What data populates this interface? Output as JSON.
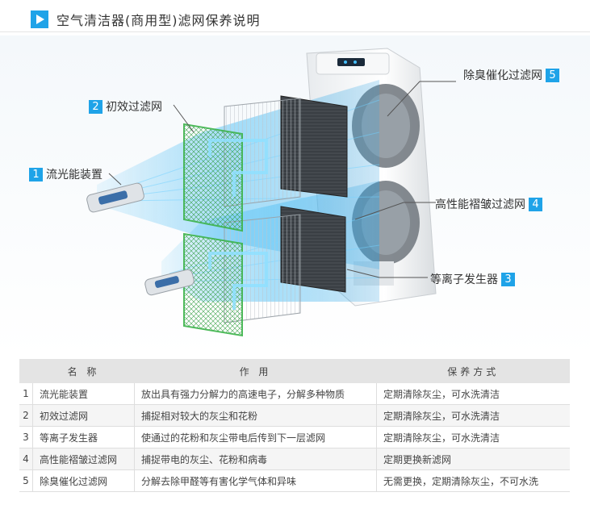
{
  "header": {
    "title": "空气清洁器(商用型)滤网保养说明"
  },
  "callouts": [
    {
      "num": "1",
      "label": "流光能装置"
    },
    {
      "num": "2",
      "label": "初效过滤网"
    },
    {
      "num": "3",
      "label": "等离子发生器"
    },
    {
      "num": "4",
      "label": "高性能褶皱过滤网"
    },
    {
      "num": "5",
      "label": "除臭催化过滤网"
    }
  ],
  "table": {
    "headers": [
      "",
      "名 称",
      "作 用",
      "保养方式"
    ],
    "rows": [
      {
        "no": "1",
        "name": "流光能装置",
        "function": "放出具有强力分解力的高速电子，分解多种物质",
        "care": "定期清除灰尘，可水洗清洁"
      },
      {
        "no": "2",
        "name": "初效过滤网",
        "function": "捕捉相对较大的灰尘和花粉",
        "care": "定期清除灰尘，可水洗清洁"
      },
      {
        "no": "3",
        "name": "等离子发生器",
        "function": "使通过的花粉和灰尘带电后传到下一层滤网",
        "care": "定期清除灰尘，可水洗清洁"
      },
      {
        "no": "4",
        "name": "高性能褶皱过滤网",
        "function": "捕捉带电的灰尘、花粉和病毒",
        "care": "定期更换新滤网"
      },
      {
        "no": "5",
        "name": "除臭催化过滤网",
        "function": "分解去除甲醛等有害化学气体和异味",
        "care": "无需更换，定期清除灰尘，不可水洗"
      }
    ]
  },
  "colors": {
    "accent": "#1fa3e8",
    "header_bg": "#e4e4e4",
    "filter_green": "#3cb34a"
  },
  "icons": [
    "play-icon",
    "air-purifier-illustration"
  ]
}
